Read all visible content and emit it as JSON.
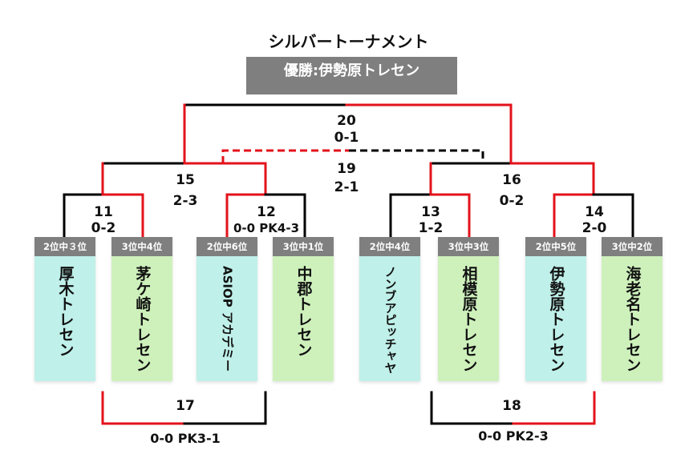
{
  "title": "シルバートーナメント",
  "champion": {
    "text": "優勝:伊勢原トレセン"
  },
  "colors": {
    "win_line": "#e3121b",
    "lose_line": "#000000",
    "header_gray": "#7f7f7f",
    "seed_2nd_group": "#bff0e9",
    "seed_3rd_group": "#cef1bc"
  },
  "teams": [
    {
      "seed": "2位中３位",
      "name": "厚木トレセン"
    },
    {
      "seed": "3位中4位",
      "name": "茅ケ崎トレセン"
    },
    {
      "seed": "2位中6位",
      "name": "ASIOP アカデミー"
    },
    {
      "seed": "3位中1位",
      "name": "中郡トレセン"
    },
    {
      "seed": "2位中4位",
      "name": "ノンブアピッチャヤ"
    },
    {
      "seed": "3位中3位",
      "name": "相模原トレセン"
    },
    {
      "seed": "2位中5位",
      "name": "伊勢原トレセン"
    },
    {
      "seed": "3位中2位",
      "name": "海老名トレセン"
    }
  ],
  "matches": {
    "m11": {
      "no": "11",
      "score": "0-2"
    },
    "m12": {
      "no": "12",
      "score": "0-0 PK4-3"
    },
    "m13": {
      "no": "13",
      "score": "1-2"
    },
    "m14": {
      "no": "14",
      "score": "2-0"
    },
    "m15": {
      "no": "15",
      "score": "2-3"
    },
    "m16": {
      "no": "16",
      "score": "0-2"
    },
    "m17": {
      "no": "17",
      "score": "0-0 PK3-1"
    },
    "m18": {
      "no": "18",
      "score": "0-0 PK2-3"
    },
    "m19": {
      "no": "19",
      "score": "2-1"
    },
    "m20": {
      "no": "20",
      "score": "0-1"
    }
  }
}
